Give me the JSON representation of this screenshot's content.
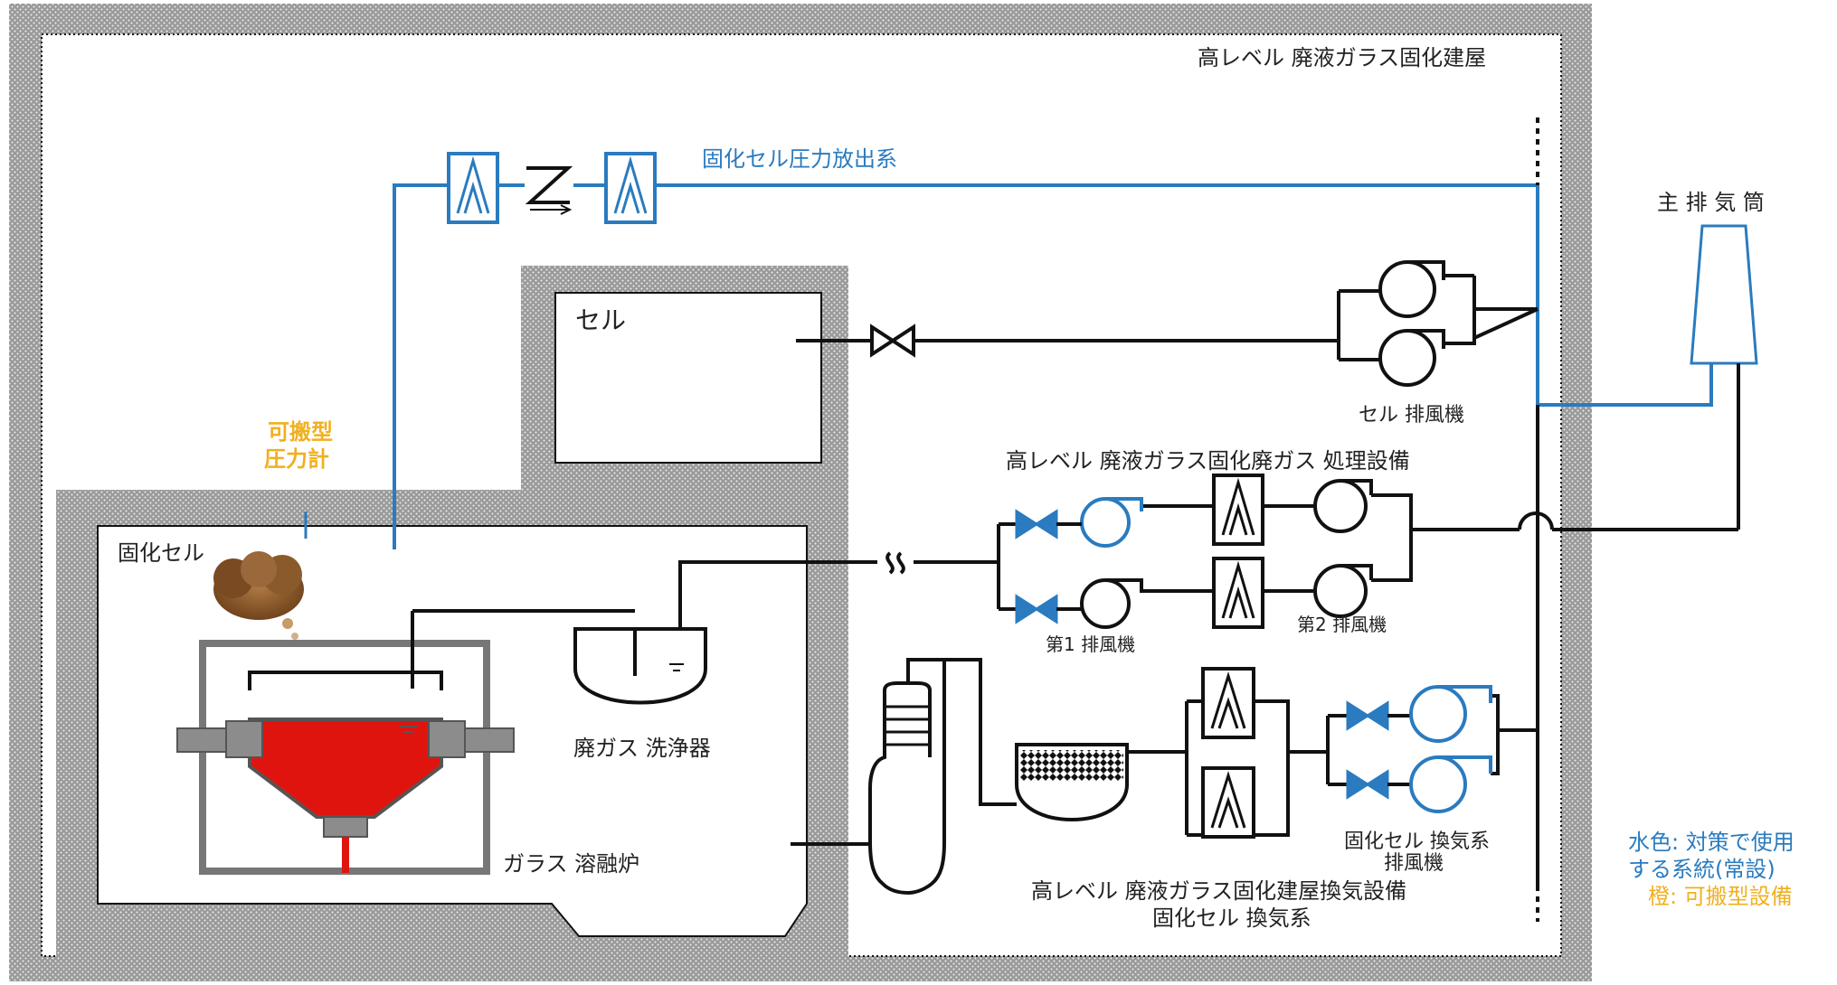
{
  "colors": {
    "blue": "#2a7bbf",
    "orange": "#f0b020",
    "black": "#111111",
    "wall": "#7a7a7a",
    "red": "#e0140f",
    "grey": "#8c8c8c",
    "smoke": "#8b5a2b"
  },
  "labels": {
    "building": "高レベル 廃液ガラス固化建屋",
    "pressure_release": "固化セル圧力放出系",
    "main_stack": "主 排 気 筒",
    "cell": "セル",
    "cell_fan": "セル 排風機",
    "portable_gauge_1": "可搬型",
    "portable_gauge_2": "圧力計",
    "solid_cell": "固化セル",
    "offgas_facility": "高レベル 廃液ガラス固化廃ガス 処理設備",
    "fan1": "第1 排風機",
    "fan2": "第2 排風機",
    "scrubber": "廃ガス 洗浄器",
    "melter": "ガラス 溶融炉",
    "solid_cell_vent_fan_1": "固化セル 換気系",
    "solid_cell_vent_fan_2": "排風機",
    "vent_facility_1": "高レベル 廃液ガラス固化建屋換気設備",
    "vent_facility_2": "固化セル 換気系"
  },
  "legend": {
    "line1": "水色: 対策で使用",
    "line2": "する系統(常設)",
    "line3": "橙: 可搬型設備"
  },
  "icons": {
    "filter": "hepa-filter-icon",
    "fan": "blower-fan-icon",
    "valve": "butterfly-valve-icon",
    "check_valve": "check-valve-icon",
    "stack": "exhaust-stack-icon",
    "smoke": "smoke-cloud-icon"
  }
}
